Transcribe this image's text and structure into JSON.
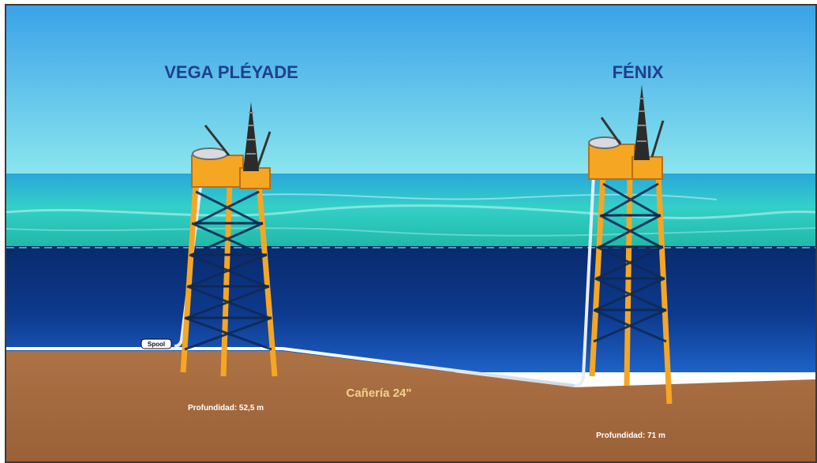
{
  "labels": {
    "platform_left_name": "VEGA PLÉYADE",
    "platform_right_name": "FÉNIX",
    "spool": "Spool",
    "pipe": "Cañería 24\"",
    "depth_left": "Profundidad: 52,5 m",
    "depth_right": "Profundidad: 71 m"
  },
  "colors": {
    "sky_top": "#3aa2e8",
    "sky_bottom": "#8be6ee",
    "shallow_water": "#26c4c2",
    "deep_water": "#0a2f7a",
    "seabed": "#a3693c",
    "platform_yellow": "#f5a623",
    "title_blue": "#1f3f8f"
  }
}
